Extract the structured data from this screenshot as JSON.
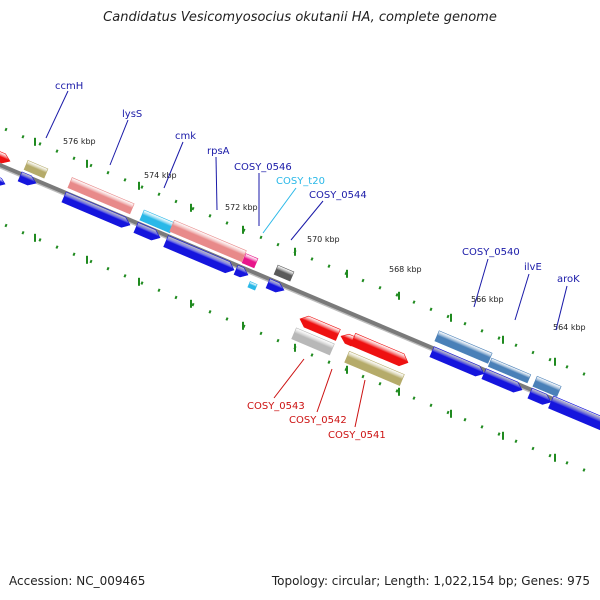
{
  "header": {
    "title": "Candidatus Vesicomyosocius okutanii HA, complete genome"
  },
  "footer": {
    "accession": "Accession: NC_009465",
    "summary": "Topology: circular; Length: 1,022,154 bp; Genes: 975"
  },
  "colors": {
    "backbone": "#7a7a7a",
    "tick": "#1f8a1f",
    "label_forward": "#1a1aa8",
    "label_trna": "#29b8e8",
    "label_reverse": "#cc1111",
    "cds_blue": "#1515dd",
    "red": "#ee1111",
    "gray": "#b8b8b8",
    "olive": "#b5ab6a",
    "salmon": "#e88a8a",
    "cyan": "#29b8e8",
    "magenta": "#e8158a",
    "darkgray": "#5a5a5a",
    "steelblue": "#4a80b8"
  },
  "kbp_ticks": [
    "576 kbp",
    "574 kbp",
    "572 kbp",
    "570 kbp",
    "568 kbp",
    "566 kbp",
    "564 kbp"
  ],
  "gene_labels": [
    {
      "text": "ccmH",
      "strand": "forward"
    },
    {
      "text": "lysS",
      "strand": "forward"
    },
    {
      "text": "cmk",
      "strand": "forward"
    },
    {
      "text": "rpsA",
      "strand": "forward"
    },
    {
      "text": "COSY_0546",
      "strand": "forward"
    },
    {
      "text": "COSY_t20",
      "strand": "trna"
    },
    {
      "text": "COSY_0544",
      "strand": "forward"
    },
    {
      "text": "COSY_0540",
      "strand": "forward"
    },
    {
      "text": "ilvE",
      "strand": "forward"
    },
    {
      "text": "aroK",
      "strand": "forward"
    },
    {
      "text": "COSY_0543",
      "strand": "reverse"
    },
    {
      "text": "COSY_0542",
      "strand": "reverse"
    },
    {
      "text": "COSY_0541",
      "strand": "reverse"
    }
  ]
}
